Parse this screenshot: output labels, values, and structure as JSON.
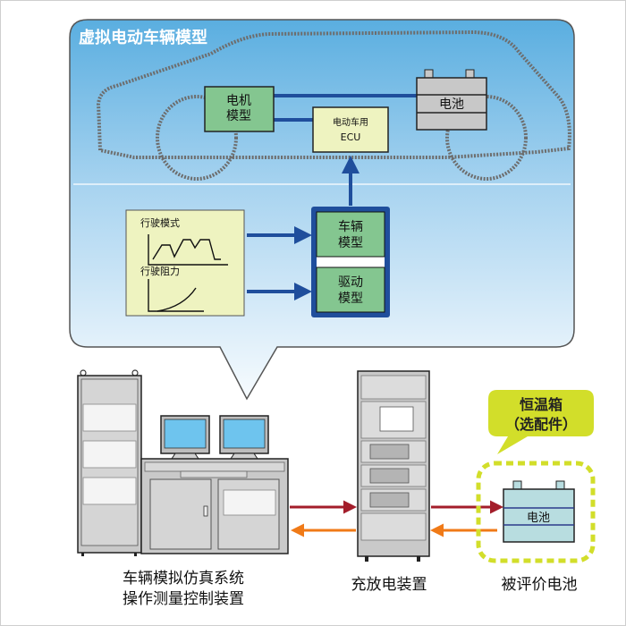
{
  "virtual_model": {
    "title": "虚拟电动车辆模型",
    "motor_model": [
      "电机",
      "模型"
    ],
    "ecu": [
      "电动车用",
      "ECU"
    ],
    "battery": "电池",
    "driving_pattern_label": "行驶模式",
    "driving_resistance_label": "行驶阻力",
    "vehicle_model": [
      "车辆",
      "模型"
    ],
    "drive_model": [
      "驱动",
      "模型"
    ]
  },
  "equipment": {
    "simulator_label": [
      "车辆模拟仿真系统",
      "操作测量控制装置"
    ],
    "charger_label": "充放电装置",
    "battery_under_test_label": "被评价电池",
    "battery_icon_label": "电池",
    "chamber_callout": [
      "恒温箱",
      "（选配件）"
    ]
  },
  "colors": {
    "panel_top": "#5aaee0",
    "panel_bottom": "#f4f9fd",
    "connector_blue": "#1f4e9c",
    "model_green": "#84c690",
    "ecu_yellow": "#eef3c0",
    "battery_gray": "#c8c8c8",
    "charge_arrow": "#a31d2a",
    "discharge_arrow": "#f07a17",
    "chamber_lime": "#d2de2a",
    "test_battery": "#b8dde0",
    "monitor_screen": "#6ec4ee"
  }
}
